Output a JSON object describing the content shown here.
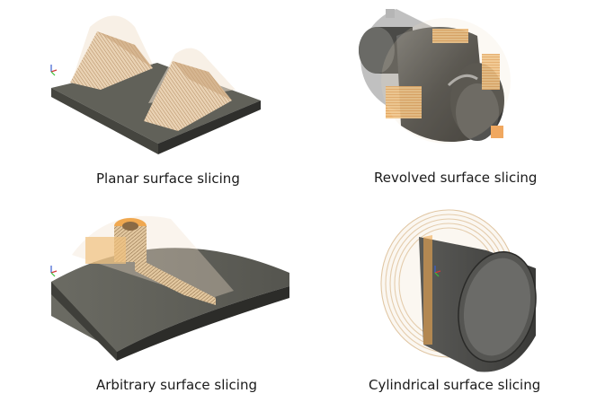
{
  "panels": [
    {
      "caption": "Planar surface slicing",
      "icon": "planar-slicing-render"
    },
    {
      "caption": "Revolved surface slicing",
      "icon": "revolved-slicing-render"
    },
    {
      "caption": "Arbitrary surface slicing",
      "icon": "arbitrary-slicing-render"
    },
    {
      "caption": "Cylindrical surface slicing",
      "icon": "cylindrical-slicing-render"
    }
  ],
  "colors": {
    "base": "#5a5a55",
    "base_top": "#66665f",
    "base_side": "#3f3f3b",
    "slice": "#d8b48a",
    "slice_light": "#f0dcc4",
    "orange": "#e8a050",
    "metal": "#4a4a48",
    "disc": "#b8b8b8"
  }
}
